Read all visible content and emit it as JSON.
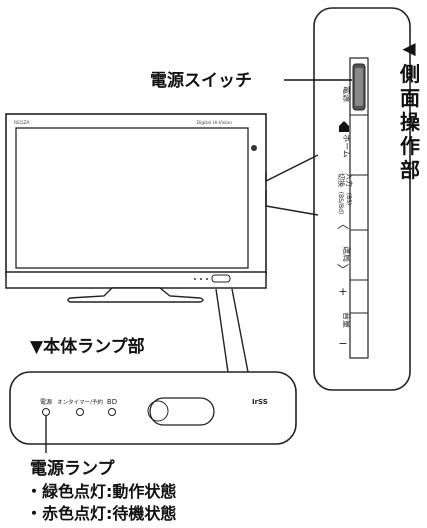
{
  "side_panel": {
    "title_marker": "◀",
    "title_chars": [
      "側",
      "面",
      "操",
      "作",
      "部"
    ],
    "power_small": "電源",
    "home_small": "ホーム",
    "input_small_a": "入力",
    "input_small_b": "切換",
    "input_small_c": "(BS)",
    "input_small_d": "(BS/Bd)",
    "channel_up": "︿",
    "channel_small": "選局",
    "channel_down": "﹀",
    "volume_up": "+",
    "volume_small": "音量",
    "volume_down": "−"
  },
  "callouts": {
    "power_switch": "電源スイッチ",
    "body_lamp_section": "▼本体ランプ部"
  },
  "tv": {
    "brand_left": "REGZA",
    "brand_right": "Digital Hi-Vision"
  },
  "lamp_panel": {
    "label_power": "電源",
    "label_ontimer": "オンタイマー/予約",
    "label_bd": "BD",
    "label_sensor": "IrSS"
  },
  "legend": {
    "title": "電源ランプ",
    "line1": "・緑色点灯:動作状態",
    "line2": "・赤色点灯:待機状態"
  }
}
